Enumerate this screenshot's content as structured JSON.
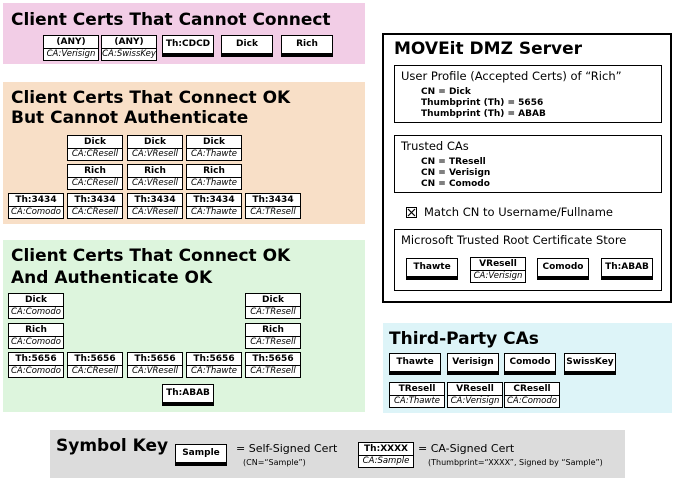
{
  "cannot_connect": {
    "title": "Client Certs That Cannot Connect",
    "certs": [
      {
        "cn": "(ANY)",
        "ca": "CA:Verisign"
      },
      {
        "cn": "(ANY)",
        "ca": "CA:SwissKey"
      }
    ],
    "self_signed": [
      "Th:CDCD",
      "Dick",
      "Rich"
    ]
  },
  "connect_no_auth": {
    "title_line1": "Client Certs That Connect OK",
    "title_line2": "But Cannot Authenticate",
    "certs": [
      {
        "cn": "Dick",
        "ca": "CA:CResell"
      },
      {
        "cn": "Dick",
        "ca": "CA:VResell"
      },
      {
        "cn": "Dick",
        "ca": "CA:Thawte"
      },
      {
        "cn": "Rich",
        "ca": "CA:CResell"
      },
      {
        "cn": "Rich",
        "ca": "CA:VResell"
      },
      {
        "cn": "Rich",
        "ca": "CA:Thawte"
      },
      {
        "cn": "Th:3434",
        "ca": "CA:Comodo"
      },
      {
        "cn": "Th:3434",
        "ca": "CA:CResell"
      },
      {
        "cn": "Th:3434",
        "ca": "CA:VResell"
      },
      {
        "cn": "Th:3434",
        "ca": "CA:Thawte"
      },
      {
        "cn": "Th:3434",
        "ca": "CA:TResell"
      }
    ]
  },
  "connect_auth": {
    "title_line1": "Client Certs That Connect OK",
    "title_line2": "And Authenticate OK",
    "certs": [
      {
        "cn": "Dick",
        "ca": "CA:Comodo"
      },
      {
        "cn": "Dick",
        "ca": "CA:TResell"
      },
      {
        "cn": "Rich",
        "ca": "CA:Comodo"
      },
      {
        "cn": "Rich",
        "ca": "CA:TResell"
      },
      {
        "cn": "Th:5656",
        "ca": "CA:Comodo"
      },
      {
        "cn": "Th:5656",
        "ca": "CA:CResell"
      },
      {
        "cn": "Th:5656",
        "ca": "CA:VResell"
      },
      {
        "cn": "Th:5656",
        "ca": "CA:Thawte"
      },
      {
        "cn": "Th:5656",
        "ca": "CA:TResell"
      }
    ],
    "self_signed": [
      "Th:ABAB"
    ]
  },
  "server": {
    "title": "MOVEit DMZ Server",
    "profile": {
      "title": "User Profile (Accepted Certs) of “Rich”",
      "lines": [
        "CN = Dick",
        "Thumbprint (Th) = 5656",
        "Thumbprint (Th) = ABAB"
      ]
    },
    "trusted": {
      "title": "Trusted CAs",
      "lines": [
        "CN = TResell",
        "CN = Verisign",
        "CN = Comodo"
      ]
    },
    "match": {
      "checked": true,
      "label": "Match CN to Username/Fullname"
    },
    "store": {
      "title": "Microsoft Trusted Root Certificate Store",
      "self_signed": [
        "Thawte",
        "Comodo",
        "Th:ABAB"
      ],
      "certs": [
        {
          "cn": "VResell",
          "ca": "CA:Verisign"
        }
      ]
    }
  },
  "third_party": {
    "title": "Third-Party CAs",
    "self_signed": [
      "Thawte",
      "Verisign",
      "Comodo",
      "SwissKey"
    ],
    "certs": [
      {
        "cn": "TResell",
        "ca": "CA:Thawte"
      },
      {
        "cn": "VResell",
        "ca": "CA:Verisign"
      },
      {
        "cn": "CResell",
        "ca": "CA:Comodo"
      }
    ]
  },
  "key": {
    "title": "Symbol Key",
    "self_signed_sample": "Sample",
    "self_signed_label": "= Self-Signed Cert",
    "self_signed_note": "(CN=“Sample”)",
    "ca_signed_cn": "Th:XXXX",
    "ca_signed_ca": "CA:Sample",
    "ca_signed_label": "= CA-Signed Cert",
    "ca_signed_note": "(Thumbprint=“XXXX”, Signed by “Sample”)"
  },
  "colors": {
    "cannot_connect_bg": "#F2CDE6",
    "connect_no_auth_bg": "#F8DFC7",
    "connect_auth_bg": "#DDF5DD",
    "third_party_bg": "#DDF4F8",
    "key_bg": "#DCDCDC"
  }
}
